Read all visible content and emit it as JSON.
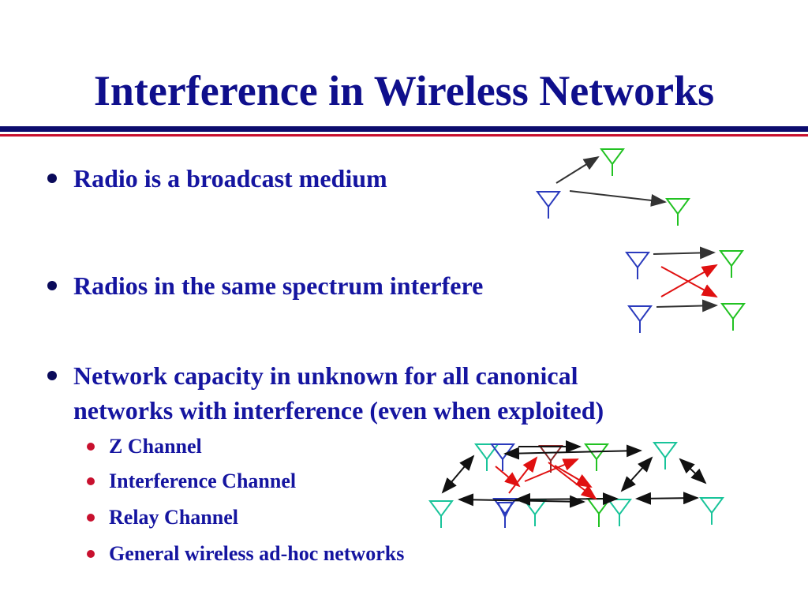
{
  "slide": {
    "title": "Interference in Wireless Networks",
    "bullets": [
      "Radio is a broadcast medium",
      "Radios in the same spectrum interfere",
      "Network capacity in unknown for all canonical",
      "networks with interference (even when exploited)"
    ],
    "sub_bullets": [
      "Z Channel",
      "Interference Channel",
      "Relay Channel",
      "General wireless ad-hoc networks"
    ]
  },
  "colors": {
    "title": "#0f0f8c",
    "text": "#1515a0",
    "sub_bullet_dot": "#c8102e",
    "antenna_blue": "#2b3bbd",
    "antenna_green": "#22c222",
    "antenna_teal": "#19c49a",
    "interference_arrow": "#e01010",
    "signal_arrow": "#333333"
  },
  "icons": {
    "antenna": "antenna-icon",
    "arrow": "arrow-icon"
  }
}
